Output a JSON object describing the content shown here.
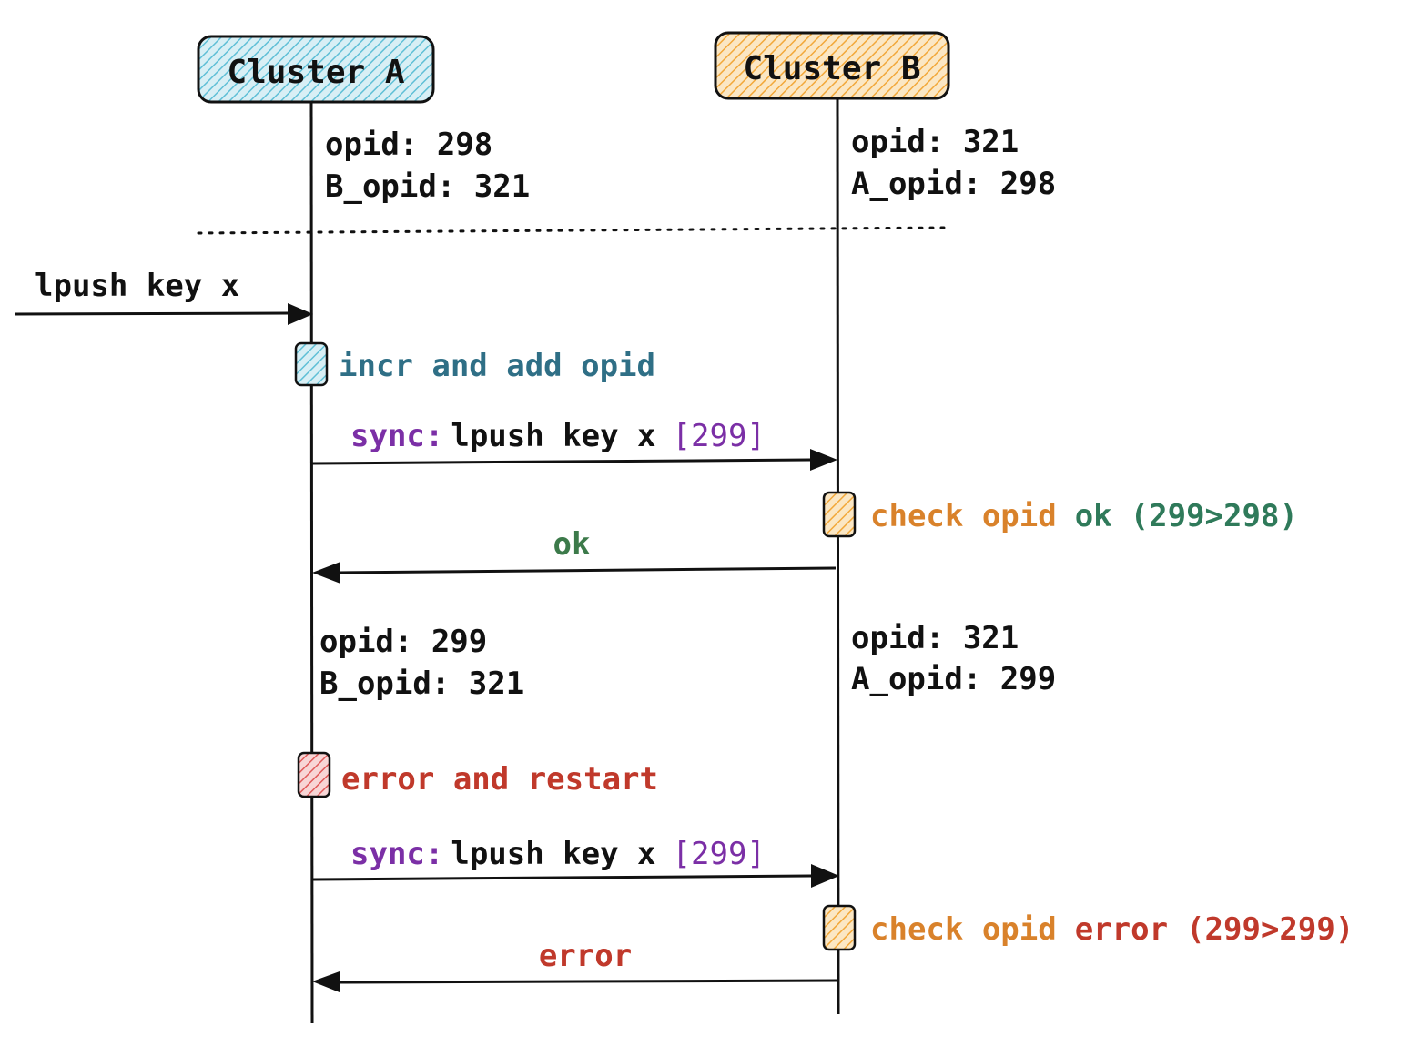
{
  "colors": {
    "ink": "#111111",
    "blue_fill": "#5fbfd6",
    "orange_fill": "#f2a83a",
    "red_fill": "#e05a5a",
    "teal_text": "#2f6f86",
    "purple_text": "#7b2fa6",
    "green_text": "#3c7a4a",
    "orange_text": "#d9822b",
    "red_text": "#c0392b"
  },
  "participants": {
    "a": {
      "label": "Cluster A"
    },
    "b": {
      "label": "Cluster B"
    }
  },
  "state1": {
    "a_opid": "opid: 298",
    "a_b_opid": "B_opid: 321",
    "b_opid": "opid: 321",
    "b_a_opid": "A_opid: 298"
  },
  "client": {
    "command": "lpush key x"
  },
  "step_incr": {
    "label": "incr and add opid"
  },
  "sync1": {
    "prefix": "sync:",
    "command": "lpush key x",
    "opid": "[299]"
  },
  "check1": {
    "part1": "check opid",
    "status": "ok",
    "cond": "(299>298)"
  },
  "reply1": {
    "label": "ok"
  },
  "state2": {
    "a_opid": "opid: 299",
    "a_b_opid": "B_opid: 321",
    "b_opid": "opid: 321",
    "b_a_opid": "A_opid: 299"
  },
  "step_error": {
    "label": "error and restart"
  },
  "sync2": {
    "prefix": "sync:",
    "command": "lpush key x",
    "opid": "[299]"
  },
  "check2": {
    "part1": "check opid",
    "status": "error",
    "cond": "(299>299)"
  },
  "reply2": {
    "label": "error"
  }
}
